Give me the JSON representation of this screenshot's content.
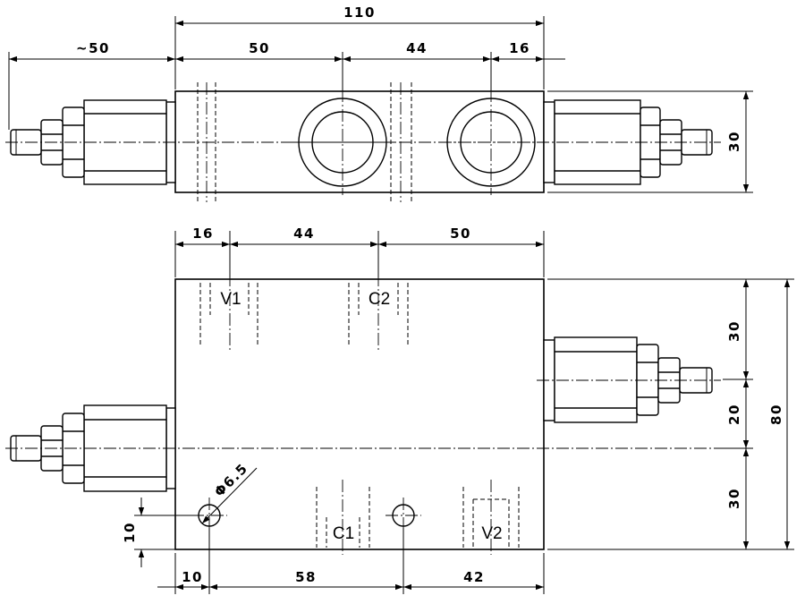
{
  "dimensions": {
    "top_total": "110",
    "top_left_overhang": "~50",
    "top_seg1": "50",
    "top_seg2": "44",
    "top_seg3": "16",
    "top_height": "30",
    "mid_seg1": "16",
    "mid_seg2": "44",
    "mid_seg3": "50",
    "right_h1": "30",
    "right_h2": "20",
    "right_h3": "30",
    "right_total": "80",
    "left_hole_height": "10",
    "bottom_seg1": "10",
    "bottom_seg2": "58",
    "bottom_seg3": "42",
    "hole_diameter": "Φ6.5"
  },
  "ports": {
    "v1": "V1",
    "c2": "C2",
    "c1": "C1",
    "v2": "V2"
  }
}
